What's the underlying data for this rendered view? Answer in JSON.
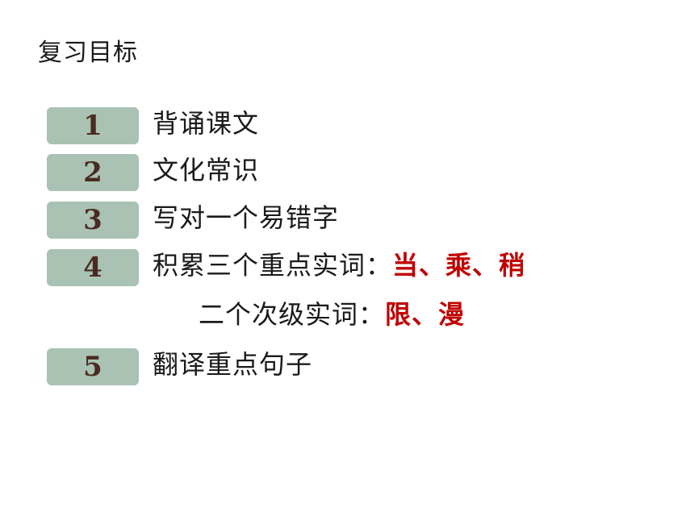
{
  "page_title": "复习目标",
  "items": [
    {
      "number": "1",
      "text": "背诵课文"
    },
    {
      "number": "2",
      "text": "文化常识"
    },
    {
      "number": "3",
      "text": "写对一个易错字"
    },
    {
      "number": "4",
      "text": "积累三个重点实词：",
      "highlight": "当、乘、稍"
    },
    {
      "number": "5",
      "text": "翻译重点句子"
    }
  ],
  "sub_item": {
    "text": "二个次级实词：",
    "highlight": "限、漫"
  },
  "colors": {
    "badge_fill": "#a9c2b3",
    "badge_number": "#4a2a22",
    "highlight": "#c00000",
    "text": "#1a1a1a"
  }
}
